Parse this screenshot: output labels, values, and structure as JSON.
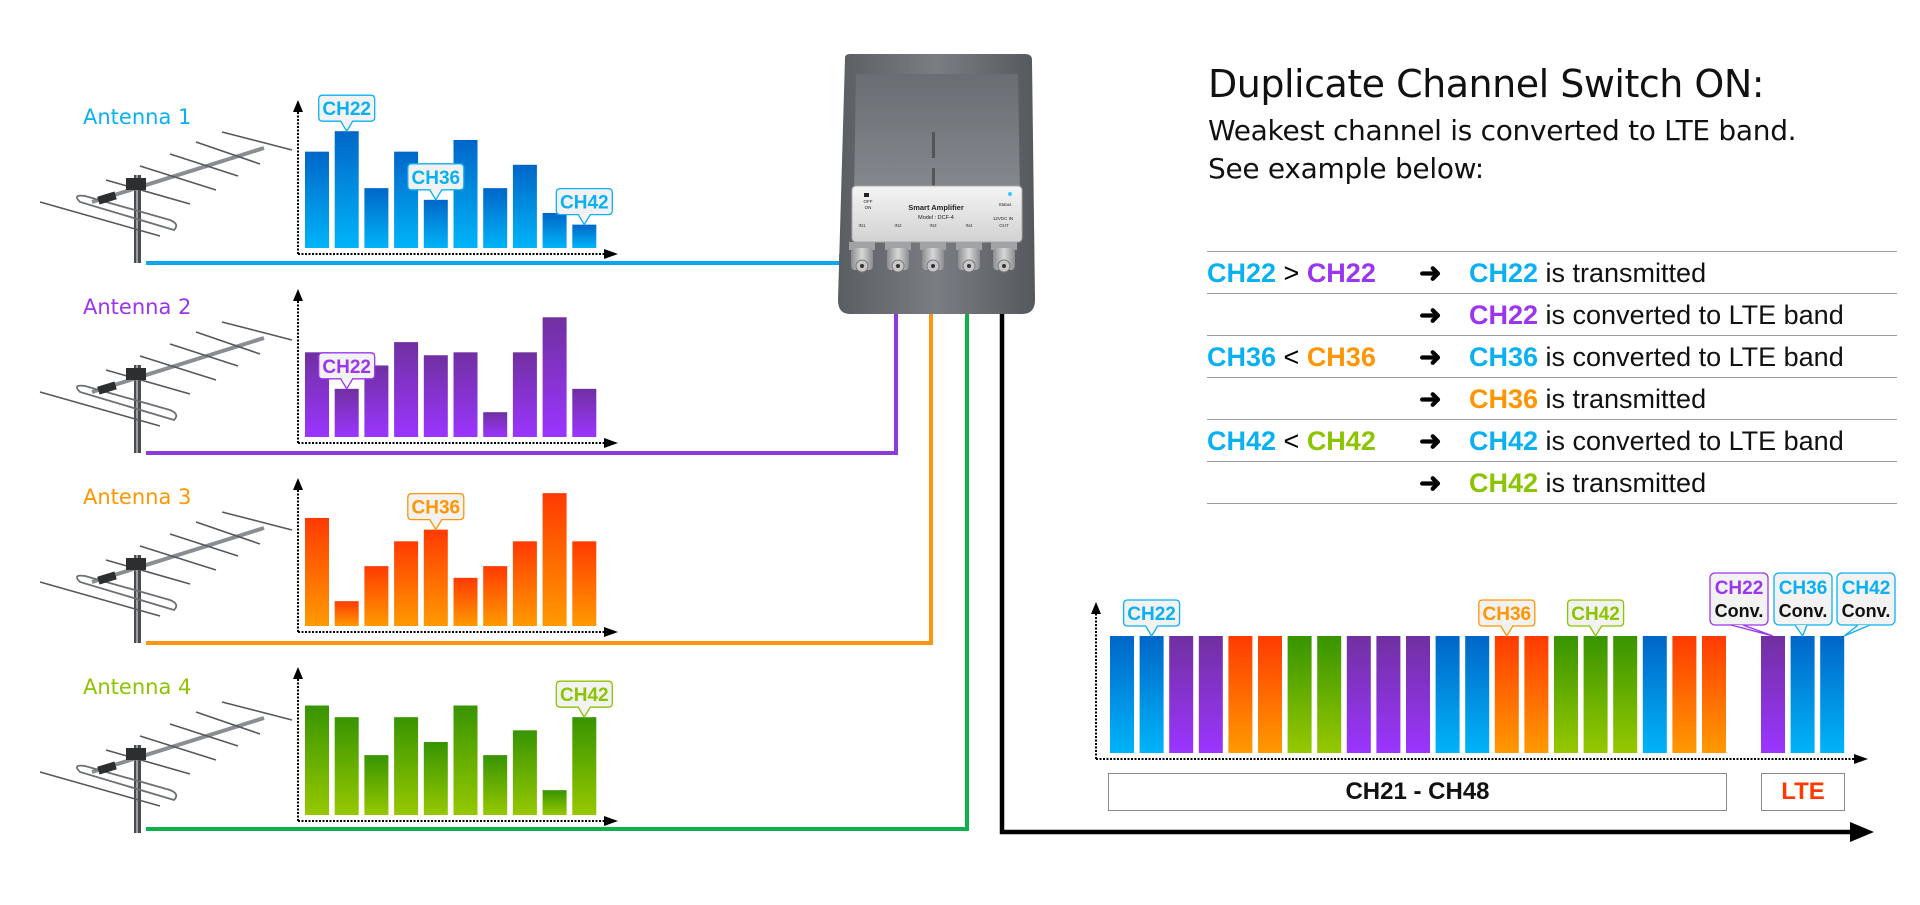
{
  "header": {
    "title": "Duplicate Channel Switch ON:",
    "subtitle_line1": "Weakest channel is converted to LTE band.",
    "subtitle_line2": "See example below:"
  },
  "colors": {
    "blue": "#0ab1f2",
    "blue_dark": "#0066c8",
    "purple": "#9b35f0",
    "purple_dark": "#7030a0",
    "orange": "#ff9500",
    "orange_dark": "#ff3a00",
    "green_light": "#8cc400",
    "green_dark": "#3a9600",
    "line_blue": "#0aa6ee",
    "line_purple": "#8b3bdc",
    "line_orange": "#ff9410",
    "line_green": "#0db04b"
  },
  "antennas": [
    {
      "label": "Antenna 1",
      "color_key": "blue",
      "line_key": "line_blue",
      "signal_levels": [
        66,
        80,
        41,
        66,
        33,
        74,
        41,
        57,
        24,
        16
      ],
      "callouts": [
        {
          "bar": 1,
          "text": "CH22"
        },
        {
          "bar": 4,
          "text": "CH36"
        },
        {
          "bar": 9,
          "text": "CH42"
        }
      ]
    },
    {
      "label": "Antenna 2",
      "color_key": "purple",
      "line_key": "line_purple",
      "signal_levels": [
        58,
        33,
        49,
        65,
        56,
        58,
        17,
        58,
        82,
        33
      ],
      "callouts": [
        {
          "bar": 1,
          "text": "CH22"
        }
      ]
    },
    {
      "label": "Antenna 3",
      "color_key": "orange",
      "line_key": "line_orange",
      "signal_levels": [
        74,
        17,
        41,
        58,
        66,
        33,
        41,
        58,
        91,
        58
      ],
      "callouts": [
        {
          "bar": 4,
          "text": "CH36"
        }
      ]
    },
    {
      "label": "Antenna 4",
      "color_key": "green_light",
      "line_key": "line_green",
      "signal_levels": [
        75,
        67,
        41,
        67,
        50,
        75,
        41,
        58,
        17,
        67
      ],
      "callouts": [
        {
          "bar": 9,
          "text": "CH42"
        }
      ]
    }
  ],
  "device": {
    "name": "Smart Amplifier",
    "model": "Model : DCF-4",
    "switch_off": "OFF",
    "switch_on": "ON",
    "status": "Status",
    "power": "12VDC IN",
    "ports": [
      "IN1",
      "IN2",
      "IN3",
      "IN4",
      "OUT"
    ]
  },
  "rules": [
    {
      "left_a": "CH22",
      "left_a_color": "blue",
      "op": ">",
      "left_b": "CH22",
      "left_b_color": "purple",
      "arrow": "➜",
      "ch": "CH22",
      "ch_color": "blue",
      "result": " is transmitted"
    },
    {
      "left_a": "",
      "left_a_color": "blue",
      "op": "",
      "left_b": "",
      "left_b_color": "purple",
      "arrow": "➜",
      "ch": "CH22",
      "ch_color": "purple",
      "result": " is converted to LTE band"
    },
    {
      "left_a": "CH36",
      "left_a_color": "blue",
      "op": "<",
      "left_b": "CH36",
      "left_b_color": "orange",
      "arrow": "➜",
      "ch": "CH36",
      "ch_color": "blue",
      "result": " is converted to LTE band"
    },
    {
      "left_a": "",
      "left_a_color": "blue",
      "op": "",
      "left_b": "",
      "left_b_color": "orange",
      "arrow": "➜",
      "ch": "CH36",
      "ch_color": "orange",
      "result": " is transmitted"
    },
    {
      "left_a": "CH42",
      "left_a_color": "blue",
      "op": "<",
      "left_b": "CH42",
      "left_b_color": "green_light",
      "arrow": "➜",
      "ch": "CH42",
      "ch_color": "blue",
      "result": " is converted to LTE band"
    },
    {
      "left_a": "",
      "left_a_color": "blue",
      "op": "",
      "left_b": "",
      "left_b_color": "green_light",
      "arrow": "➜",
      "ch": "CH42",
      "ch_color": "green_light",
      "result": " is transmitted"
    }
  ],
  "output_spectrum": {
    "main_band_label": "CH21 - CH48",
    "lte_label": "LTE",
    "lte_label_color": "#ff3a00",
    "main_bars": [
      "blue",
      "blue",
      "purple",
      "purple",
      "orange",
      "orange",
      "green",
      "green",
      "purple",
      "purple",
      "purple",
      "blue",
      "blue",
      "orange",
      "orange",
      "green",
      "green",
      "green",
      "blue",
      "orange",
      "orange"
    ],
    "main_callouts": [
      {
        "bar": 1,
        "text": "CH22",
        "color_key": "blue"
      },
      {
        "bar": 13,
        "text": "CH36",
        "color_key": "orange"
      },
      {
        "bar": 16,
        "text": "CH42",
        "color_key": "green_light"
      }
    ],
    "lte_bars": [
      "purple",
      "blue",
      "blue"
    ],
    "lte_callouts": [
      {
        "bar": 0,
        "line1": "CH22",
        "line2": "Conv.",
        "color_key": "purple"
      },
      {
        "bar": 1,
        "line1": "CH36",
        "line2": "Conv.",
        "color_key": "blue"
      },
      {
        "bar": 2,
        "line1": "CH42",
        "line2": "Conv.",
        "color_key": "blue"
      }
    ]
  }
}
